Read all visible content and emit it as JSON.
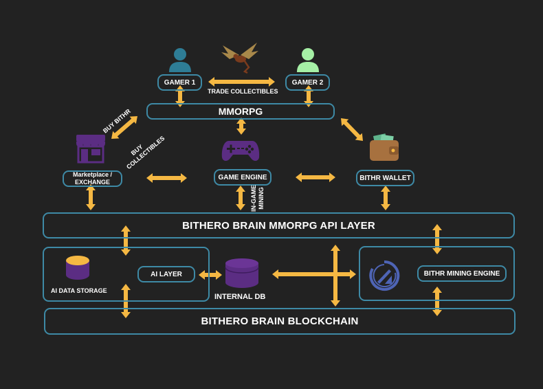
{
  "nodes": {
    "gamer1": "GAMER 1",
    "gamer2": "GAMER 2",
    "mmorpg": "MMORPG",
    "marketplace_line1": "Marketplace /",
    "marketplace_line2": "EXCHANGE",
    "game_engine": "GAME ENGINE",
    "bithr_wallet": "BITHR WALLET",
    "api_layer": "BITHERO BRAIN MMORPG API LAYER",
    "ai_layer": "AI LAYER",
    "ai_data_storage": "AI DATA STORAGE",
    "internal_db": "INTERNAL DB",
    "mining_engine": "BITHR MINING ENGINE",
    "blockchain": "BITHERO BRAIN BLOCKCHAIN"
  },
  "edge_labels": {
    "trade": "TRADE COLLECTIBLES",
    "buy_bithr": "BUY BITHR",
    "buy_collectibles_line1": "BUY",
    "buy_collectibles_line2": "COLLECTIBLES",
    "in_game_mining_line1": "IN-GAME",
    "in_game_mining_line2": "MINING"
  },
  "colors": {
    "background": "#222222",
    "box_border": "#3e8aa6",
    "arrow": "#f5b843",
    "gamer1_icon": "#2e7d96",
    "gamer2_icon": "#a6f0a6",
    "purple_icon": "#5b2d83",
    "db_top": "#f5b843",
    "wallet": "#a7713f",
    "mining_icon": "#4e64b5"
  },
  "icons": [
    "user-icon",
    "user-icon",
    "dragon-icon",
    "storefront-icon",
    "gamepad-icon",
    "wallet-icon",
    "database-icon",
    "database-icon",
    "mining-icon"
  ]
}
